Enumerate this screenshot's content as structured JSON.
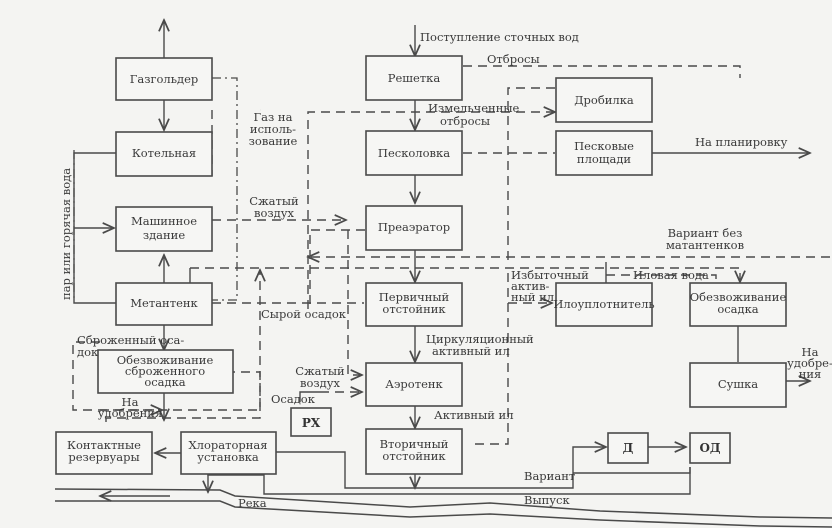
{
  "title": "Схема очистки сточных вод",
  "blocks": {
    "gasholder": [
      "Газгольдер"
    ],
    "boiler": [
      "Котельная"
    ],
    "machine": [
      "Машинное",
      "здание"
    ],
    "digester": [
      "Метантенк"
    ],
    "dewater_digested": [
      "Обезвоживание",
      "сброженного",
      "осадка"
    ],
    "contact": [
      "Контактные",
      "резервуары"
    ],
    "chlorinator": [
      "Хлораторная",
      "установка"
    ],
    "screen": [
      "Решетка"
    ],
    "grit": [
      "Песколовка"
    ],
    "preaerator": [
      "Преаэратор"
    ],
    "primary": [
      "Первичный",
      "отстойник"
    ],
    "aerotank": [
      "Аэротенк"
    ],
    "secondary": [
      "Вторичный",
      "отстойник"
    ],
    "rx": [
      "РХ"
    ],
    "crusher": [
      "Дробилка"
    ],
    "sand": [
      "Песковые",
      "площади"
    ],
    "thickener": [
      "Илоуплотнитель"
    ],
    "dewater": [
      "Обезвоживание",
      "осадка"
    ],
    "dryer": [
      "Сушка"
    ],
    "d": [
      "Д"
    ],
    "od": [
      "ОД"
    ]
  },
  "labels": {
    "inflow": "Поступление сточных вод",
    "waste": "Отбросы",
    "crushed": [
      "Измельченные",
      "отбросы"
    ],
    "gas_use": [
      "Газ на",
      "исполь-",
      "зование"
    ],
    "to_planning": "На планировку",
    "compressed_air_1": [
      "Сжатый",
      "воздух"
    ],
    "variant_no_digesters": [
      "Вариант без",
      "матантенков"
    ],
    "steam": "пар или горячая вода",
    "raw_sludge": "Сырой осадок",
    "excess_sludge": [
      "Избыточный",
      "актив-",
      "ный ил"
    ],
    "sludge_water": "Иловая вода",
    "circulation_sludge": [
      "Циркуляционный",
      "активный ил"
    ],
    "digested_sludge": [
      "Сброженный оса-",
      "док"
    ],
    "to_fertilizer_1": [
      "На",
      "удобрения"
    ],
    "compressed_air_2": [
      "Сжатый",
      "воздух"
    ],
    "sediment": "Осадок",
    "active_sludge": "Активный ил",
    "to_fertilizer_2": [
      "На",
      "удобре-",
      "ния"
    ],
    "variant": "Вариант",
    "outlet": "Выпуск",
    "river": "Река"
  }
}
